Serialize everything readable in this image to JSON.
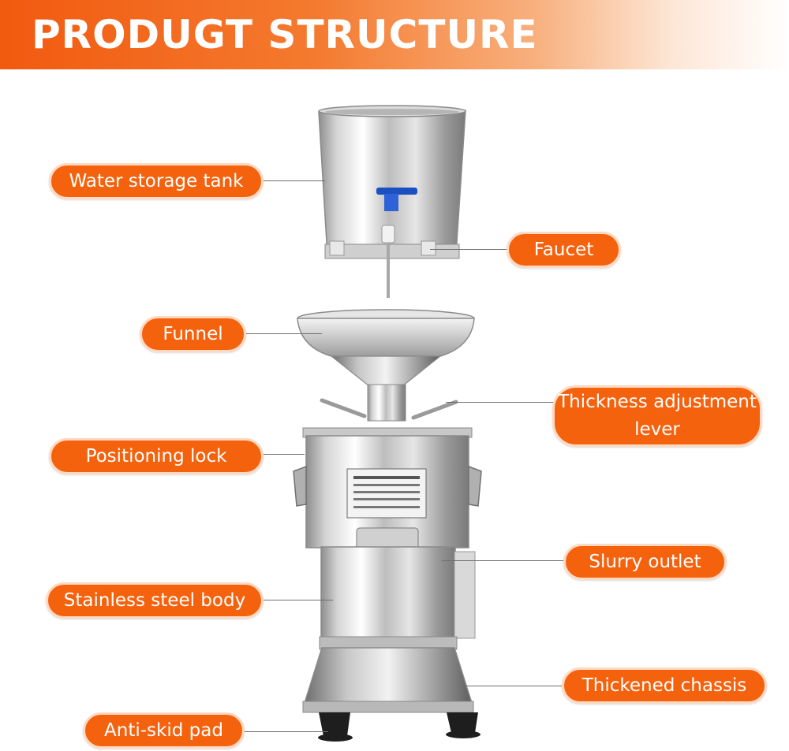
{
  "header": {
    "title": "PRODUGT STRUCTURE"
  },
  "colors": {
    "accent": "#f5620e",
    "label_text": "#ffffff",
    "leader_line": "#6f6f6f"
  },
  "labels": {
    "water_storage_tank": "Water storage tank",
    "faucet": "Faucet",
    "funnel": "Funnel",
    "thickness_adjustment_lever": "Thickness adjustment lever",
    "positioning_lock": "Positioning lock",
    "slurry_outlet": "Slurry outlet",
    "stainless_steel_body": "Stainless steel body",
    "thickened_chassis": "Thickened chassis",
    "anti_skid_pad": "Anti-skid pad"
  }
}
